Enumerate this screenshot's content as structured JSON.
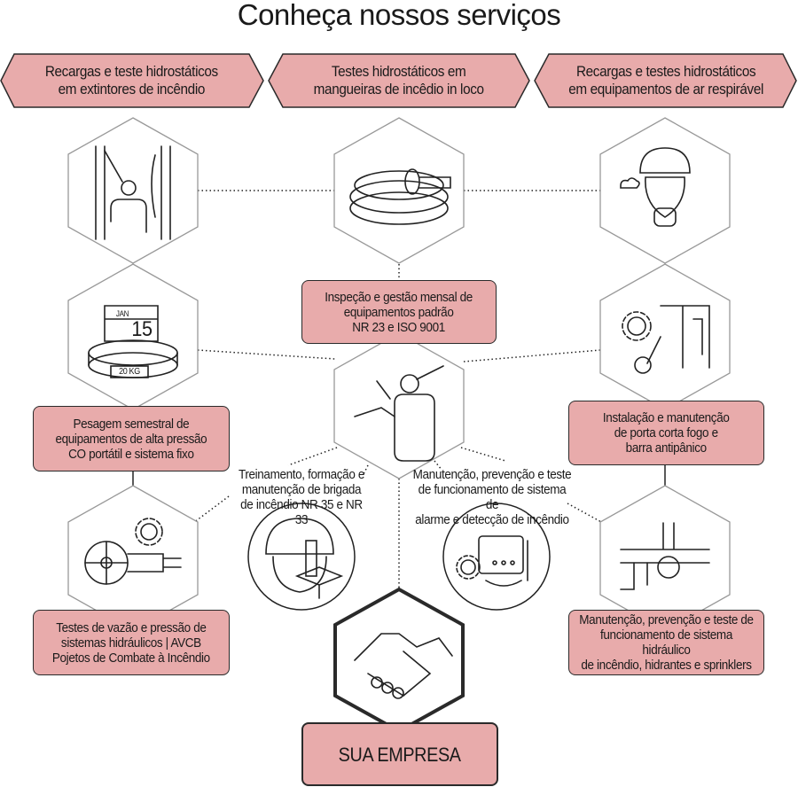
{
  "title": "Conheça nossos serviços",
  "banners": [
    "Recargas e teste hidrostáticos\nem extintores de incêndio",
    "Testes hidrostáticos em\nmangueiras de incêdio in loco",
    "Recargas e testes hidrostáticos\nem equipamentos de ar respirável"
  ],
  "boxes": {
    "center": "Inspeção e gestão mensal de\nequipamentos padrão\nNR 23 e ISO 9001",
    "left_mid": "Pesagem semestral de\nequipamentos de alta pressão\nCO portátil e sistema fixo",
    "right_mid": "Instalação e manutenção\nde porta corta fogo e\nbarra antipânico",
    "left_bottom": "Testes de vazão e pressão de\nsistemas hidráulicos | AVCB\nPojetos de Combate à Incêndio",
    "right_bottom": "Manutenção, prevenção e teste de\nfuncionamento de sistema hidráulico\nde incêndio, hidrantes e sprinklers",
    "company": "SUA EMPRESA"
  },
  "labels": {
    "training": "Treinamento, formação e\nmanutenção de brigada\nde incêndio NR 35 e NR 33",
    "alarm": "Manutenção, prevenção e teste\nde funcionamento de sistema de\nalarme e detecção de incêndio"
  },
  "icon_text": {
    "calendar_month": "JAN",
    "calendar_day": "15",
    "scale": "20 KG"
  },
  "colors": {
    "accent": "#e8abab",
    "stroke": "#2a2a2a"
  }
}
